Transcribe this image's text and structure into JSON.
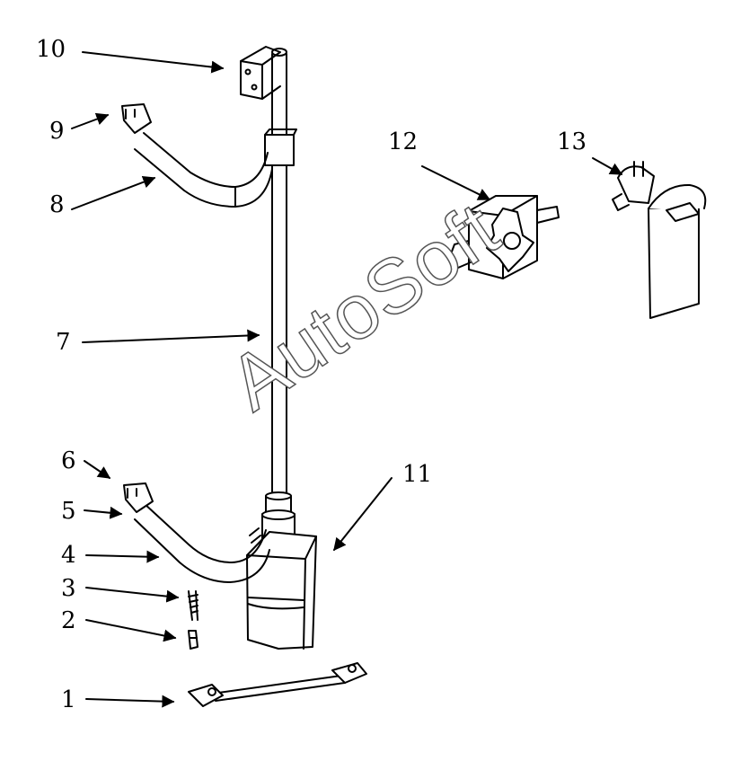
{
  "diagram": {
    "callouts": [
      {
        "id": "1",
        "text": "1"
      },
      {
        "id": "2",
        "text": "2"
      },
      {
        "id": "3",
        "text": "3"
      },
      {
        "id": "4",
        "text": "4"
      },
      {
        "id": "5",
        "text": "5"
      },
      {
        "id": "6",
        "text": "6"
      },
      {
        "id": "7",
        "text": "7"
      },
      {
        "id": "8",
        "text": "8"
      },
      {
        "id": "9",
        "text": "9"
      },
      {
        "id": "10",
        "text": "10"
      },
      {
        "id": "11",
        "text": "11"
      },
      {
        "id": "12",
        "text": "12"
      },
      {
        "id": "13",
        "text": "13"
      }
    ],
    "watermark": "AutoSoft",
    "line_color": "#000000",
    "background": "#ffffff"
  }
}
